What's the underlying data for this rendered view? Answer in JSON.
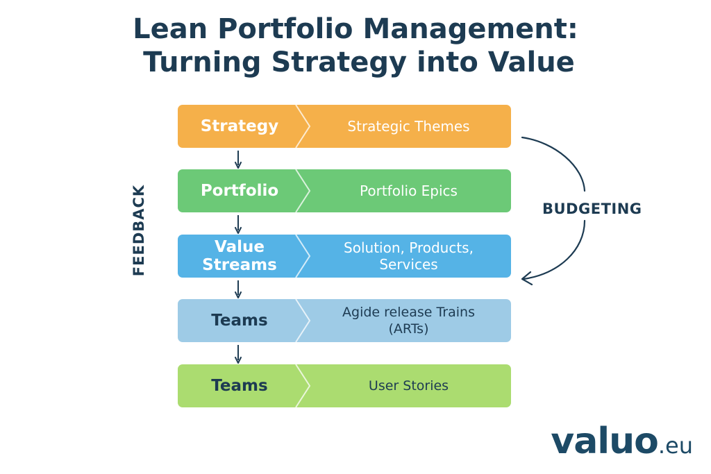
{
  "title": {
    "line1": "Lean Portfolio Management:",
    "line2": "Turning Strategy into Value"
  },
  "levels": [
    {
      "left": "Strategy",
      "right": [
        "Strategic Themes"
      ],
      "color": "#f5b04a",
      "text_tone": "light"
    },
    {
      "left": "Portfolio",
      "right": [
        "Portfolio Epics"
      ],
      "color": "#6cc977",
      "text_tone": "light"
    },
    {
      "left": "Value Streams",
      "right": [
        "Solution, Products,",
        "Services"
      ],
      "color": "#55b3e6",
      "text_tone": "light"
    },
    {
      "left": "Teams",
      "right": [
        "Agide release Trains",
        "(ARTs)"
      ],
      "color": "#9ecbe6",
      "text_tone": "dark"
    },
    {
      "left": "Teams",
      "right": [
        "User Stories"
      ],
      "color": "#abdc70",
      "text_tone": "dark"
    }
  ],
  "side_labels": {
    "feedback": "FEEDBACK",
    "budgeting": "BUDGETING"
  },
  "logo": {
    "main": "valuo",
    "tld": ".eu",
    "color": "#1d4a66"
  },
  "icons": {
    "down_arrow": "down-arrow-icon",
    "curved_arrow": "curved-arrow-icon"
  }
}
